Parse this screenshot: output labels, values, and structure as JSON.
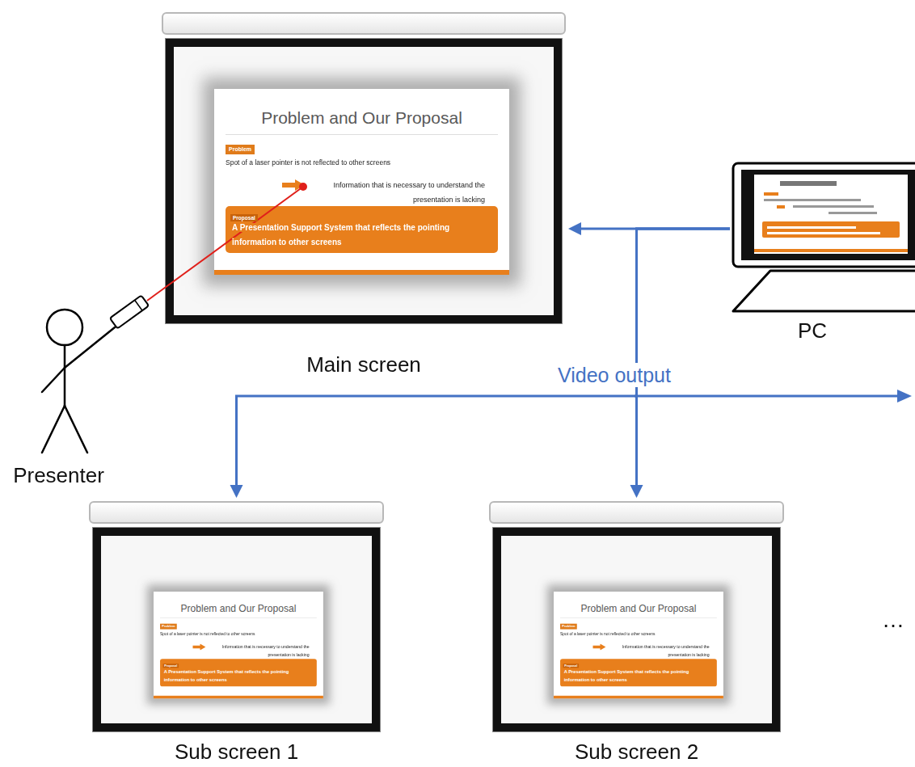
{
  "diagram": {
    "nodes": [
      {
        "text": [
          "Main screen"
        ]
      },
      {
        "text": [
          "Problem and Our Proposal",
          "Problem",
          "Spot of a laser pointer is not reflected to other screens",
          "Information that is necessary to understand the presentation is lacking",
          "Proposal",
          "A Presentation Support System that reflects the pointing information to other screens"
        ],
        "in": 0
      },
      {
        "text": [
          "PC"
        ]
      },
      {
        "text": [
          "Sub screen 1"
        ]
      },
      {
        "text": [
          "Problem and Our Proposal",
          "Problem",
          "Spot of a laser pointer is not reflected to other screens",
          "Information that is necessary to understand the presentation is lacking",
          "Proposal",
          "A Presentation Support System that reflects the pointing information to other screens"
        ],
        "in": 3
      },
      {
        "text": [
          "Sub screen 2"
        ]
      },
      {
        "text": [
          "Problem and Our Proposal",
          "Problem",
          "Spot of a laser pointer is not reflected to other screens",
          "Information that is necessary to understand the presentation is lacking",
          "Proposal",
          "A Presentation Support System that reflects the pointing information to other screens"
        ],
        "in": 5
      }
    ],
    "edges": [
      {
        "from": 2,
        "to": 0,
        "arrow": "to"
      },
      {
        "from": 2,
        "to": 3,
        "arrow": "to"
      },
      {
        "from": 2,
        "to": 5,
        "arrow": "to"
      }
    ],
    "labels": [
      "Presenter",
      "Video output",
      "…"
    ]
  }
}
